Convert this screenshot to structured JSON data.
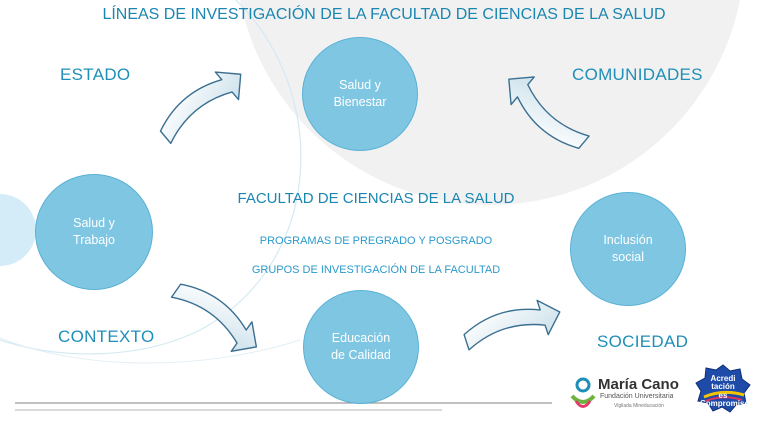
{
  "title": "LÍNEAS DE INVESTIGACIÓN DE LA FACULTAD DE CIENCIAS DE LA SALUD",
  "corners": {
    "estado": "ESTADO",
    "comunidades": "COMUNIDADES",
    "contexto": "CONTEXTO",
    "sociedad": "SOCIEDAD"
  },
  "center": {
    "title": "FACULTAD DE CIENCIAS DE LA SALUD",
    "programs": "PROGRAMAS DE PREGRADO Y POSGRADO",
    "groups": "GRUPOS DE INVESTIGACIÓN DE LA FACULTAD"
  },
  "circles": {
    "top": "Salud y\nBienestar",
    "left": "Salud y\nTrabajo",
    "right": "Inclusión\nsocial",
    "bottom": "Educación\nde Calidad"
  },
  "logos": {
    "maria_cano_name": "María Cano",
    "maria_cano_sub": "Fundación Universitaria",
    "maria_cano_small": "Vigilada Mineducación",
    "acreditacion": "Acredi\ntación\nes Compromiso"
  },
  "colors": {
    "accent": "#1f8fb8",
    "circle_fill": "#7fc6e3",
    "circle_border": "#5ab1d6"
  }
}
